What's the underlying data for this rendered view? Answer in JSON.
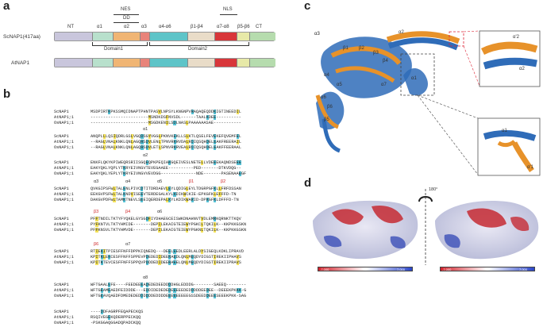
{
  "panel_a": {
    "letter": "a",
    "row1_name": "ScNAP1(417aa)",
    "row2_name": "AtNAP1",
    "nt": "NT",
    "ct": "CT",
    "a1": "α1",
    "a2": "α2",
    "a3": "α3",
    "a4a6": "α4-α6",
    "b1b4": "β1-β4",
    "a7a8": "α7-α8",
    "b5b6": "β5-β6",
    "nes": "NES",
    "dd": "DD",
    "nls": "NLS",
    "domain1": "Domain1",
    "domain2": "Domain2",
    "colors": {
      "nt": "#c9c6dc",
      "a1": "#b8e0cc",
      "a2": "#f0b574",
      "a3": "#e8837a",
      "a4a6": "#5ec4c8",
      "b1b4": "#e9dcc8",
      "a7a8": "#d8363a",
      "b5b6": "#e7e9a8",
      "ct": "#b6dcae"
    }
  },
  "panel_b": {
    "letter": "b",
    "blocks": [
      {
        "rows": [
          [
            "ScNAP1",
            "MSDPIRTKPKSSMQIDNAPTPHNTPASVLNPSYLKNGNPVRAQAQEQDDKIGTINEEDIL"
          ],
          [
            "AtNAP1;1",
            "-----------------------MSNDKDSFNVSDL------TAALKDEE----------"
          ],
          [
            "OsNAP1;1",
            "-----------------------MSGDKENILSDLNASLPAAAAAASAE-----------"
          ]
        ]
      },
      {
        "label": "α1",
        "rows": [
          [
            "ScNAP1",
            "ANQPLLLQSIQDRLGSLVGQDSGYVGGLPKNVKEKLLSLKTLQSELFEVEKEFQVEMFEL"
          ],
          [
            "AtNAP1;1",
            "--RAGLVNALKNKLQNLAGQRSDVLENLTPNVRKRVDALRDIQSQHDELEAKFREERAIL"
          ],
          [
            "OsNAP1;1",
            "--RAGLVNALKNKLQNLAGQRSDVLETLSPNVRKRVEALRDIQSQHDELEAKFFEERAAL"
          ]
        ]
      },
      {
        "label": "α2",
        "rows": [
          [
            "ScNAP1",
            "ENKFLQKYKPIWEQRSRIISGQEQPKPEQIAKGQEIVESLNETELLVDEEEKAQNDSEEE"
          ],
          [
            "AtNAP1;1",
            "EAKYQKLYQPLYTKRYEIVNGVTEVEGAAEE----------PED-------DTKVDQG--"
          ],
          [
            "OsNAP1;1",
            "EAKYQKLYEPLYTKRYEIVNGVVEVDGG--------------NDE-------PASENAAEGF"
          ]
        ]
      },
      {
        "labels": [
          "α3",
          "α4",
          "α5",
          "β1",
          "β2"
        ],
        "rows": [
          [
            "ScNAP1",
            "QVKGIPSFWLTALENLPIVCDTITDRDAEVLEYLQDIGLEYLTDGRPGFKLLFRFDSSAN"
          ],
          [
            "AtNAP1;1",
            "EEKGVPSFWLTALKNDVISEEVTERDEGALKYLKDIKWCKIE-EPKGFKLEFFFD-TN"
          ],
          [
            "OsNAP1;1",
            "DAKGVPDFWLTAMKTNEVLSEEIQERDEPALKYLKDIKWARID-DPKGFKLDFFFD-TN"
          ]
        ]
      },
      {
        "labels": [
          "β3",
          "β4",
          "α6"
        ],
        "rows": [
          [
            "ScNAP1",
            "PFFTNDILTKTYFYQKELGYSGDFIYDHAEGCEISWKDNAHNVTVDLEMRKQRNKTTKQV"
          ],
          [
            "AtNAP1;1",
            "PYFKNTVLTKTYHMIDE-------DEPILEKAIGTEIEWYPGKCLTQKILK--KKPKKGSKNT"
          ],
          [
            "OsNAP1;1",
            "PFFKNSVLTKTYHMVDE-------DEPILEKAIGTEIEWYPGKNLTQKILK--KKPKKGSKNA"
          ]
        ]
      },
      {
        "labels": [
          "β6",
          "α7"
        ],
        "rows": [
          [
            "ScNAP1",
            "RTIEKITPIESFFNFFDPPKIQNEDQ---DEELEEDLEERLALDYSIGEQLKDKLIPRAVD"
          ],
          [
            "AtNAP1;1",
            "KPITKLEKCESFFNFFSPPEVPDEDEDIDEERAEDLQNLMEQDYDIGSTIREKIIPHAVS"
          ],
          [
            "OsNAP1;1",
            "KPITKTEVCESFFNFFSPPQVPDDDEDIDEERAEELQNLMEQDYDIGSTIREKIIPRAVS"
          ]
        ]
      },
      {
        "label": "α8",
        "rows": [
          [
            "ScNAP1",
            "WFTGAALEFE----FEEDEEEADEDEDEEDDDDHGLEDDDG--------SAEEQ-----------"
          ],
          [
            "AtNAP1;1",
            "WFTGEAMEAEDFEIDDDE---EDDIDEDEDEDEEEEEDEDDDDDEEDEE--DEEEKPKKK-GSKK"
          ],
          [
            "OsNAP1;1",
            "WFTGEAVQAEDFDMEDEDEDDDDDDEDDDDEEEEEEEEEGSSDEEDDEEESEEEKPKK-SAGKPKL-"
          ]
        ]
      },
      {
        "rows": [
          [
            "ScNAP1",
            "----DDFAGRPFEQAPECKQS"
          ],
          [
            "AtNAP1;1",
            "RSQIVEGEKQDERPPECKQQ"
          ],
          [
            "OsNAP1;1",
            "-PSKGGAQGGADQPADCKQQ"
          ]
        ]
      }
    ]
  },
  "panel_c": {
    "letter": "c",
    "labels": [
      "α2",
      "α3",
      "β1",
      "β2",
      "β3",
      "β4",
      "α4",
      "α5",
      "α6",
      "α7",
      "α1",
      "β5",
      "β6",
      "α'2",
      "α2",
      "α1",
      "α'1"
    ]
  },
  "panel_d": {
    "letter": "d",
    "rotation": "180°",
    "scale_left": "-7.000",
    "scale_right": "7.000"
  }
}
